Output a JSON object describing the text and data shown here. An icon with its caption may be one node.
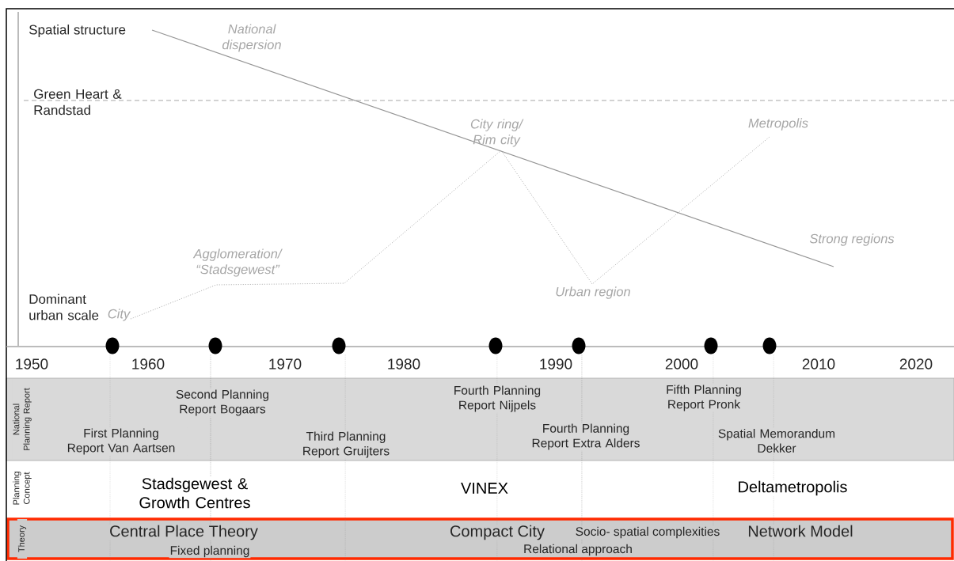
{
  "diagram": {
    "nodes": [
      {
        "text": [
          "National Planning Report",
          "First Planning Report Van Aartsen",
          "Second Planning Report Bogaars",
          "Third Planning Report Gruijters",
          "Fourth Planning Report Nijpels",
          "Fourth Planning Report Extra Alders",
          "Fifth Planning Report Pronk",
          "Spatial Memorandum Dekker"
        ]
      },
      {
        "text": [
          "Planning Concept",
          "Stadsgewest & Growth Centres",
          "VINEX",
          "Deltametropolis"
        ]
      },
      {
        "text": [
          "Theory",
          "Central Place Theory",
          "Fixed planning",
          "Compact City",
          "Relational approach",
          "Socio- spatial complexities",
          "Network Model"
        ]
      }
    ],
    "labels": [
      "Spatial structure",
      "National dispersion",
      "Green Heart & Randstad",
      "City ring/ Rim city",
      "Metropolis",
      "Strong regions",
      "Agglomeration/ “Stadsgewest”",
      "Urban region",
      "Dominant urban scale",
      "City",
      "1950",
      "1960",
      "1970",
      "1980",
      "1990",
      "2000",
      "2010",
      "2020"
    ]
  }
}
